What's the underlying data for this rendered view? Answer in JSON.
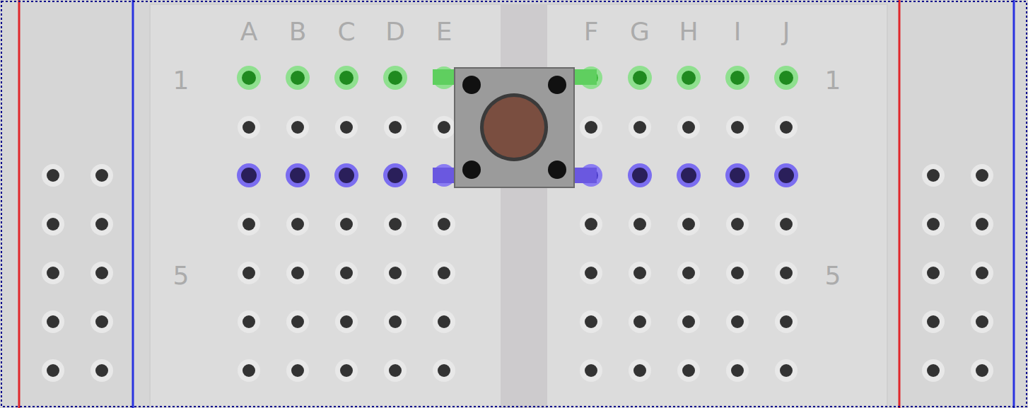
{
  "diagram": {
    "labels": [
      "A",
      "B",
      "C",
      "D",
      "E",
      "F",
      "G",
      "H",
      "I",
      "J",
      "1",
      "1",
      "5",
      "5"
    ]
  }
}
